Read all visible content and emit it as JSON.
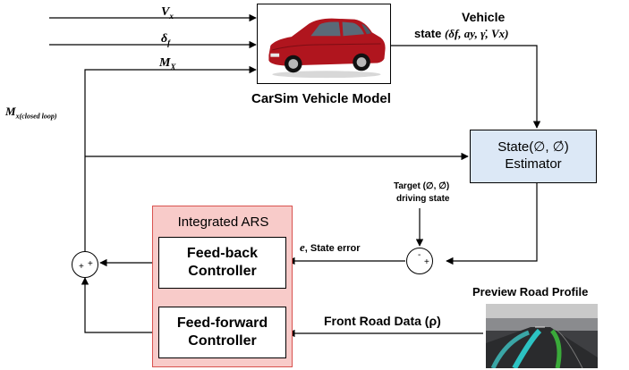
{
  "diagram": {
    "inputs": {
      "vx": "V",
      "vx_sub": "x",
      "delta": "δ",
      "delta_sub": "f",
      "mx": "M",
      "mx_sub": "X",
      "mx_closed": "M",
      "mx_closed_sub": "x(closed loop)"
    },
    "vehicle_model": {
      "label": "CarSim Vehicle Model",
      "body_color": "#b0151e"
    },
    "vehicle_state": {
      "line1": "Vehicle",
      "line2_prefix": "state",
      "line2_vars": "(δf, ay, γ̇, Vx)"
    },
    "estimator": {
      "line1": "State(∅, ∅̇)",
      "line2": "Estimator",
      "fill": "#dce8f6"
    },
    "target": {
      "line1": "Target  (∅, ∅̇)",
      "line2": "driving state"
    },
    "state_error": {
      "symbol": "e",
      "text": ",  State error"
    },
    "ars": {
      "title": "Integrated ARS",
      "fill": "#f8cbc9"
    },
    "feedback": {
      "line1": "Feed-back",
      "line2": "Controller"
    },
    "feedforward": {
      "line1": "Feed-forward",
      "line2": "Controller"
    },
    "front_road": "Front Road Data (ρ)",
    "preview": "Preview Road Profile",
    "sum_error": {
      "top": "-",
      "right": "+"
    },
    "sum_output": {
      "left": "+",
      "right": "+"
    }
  }
}
